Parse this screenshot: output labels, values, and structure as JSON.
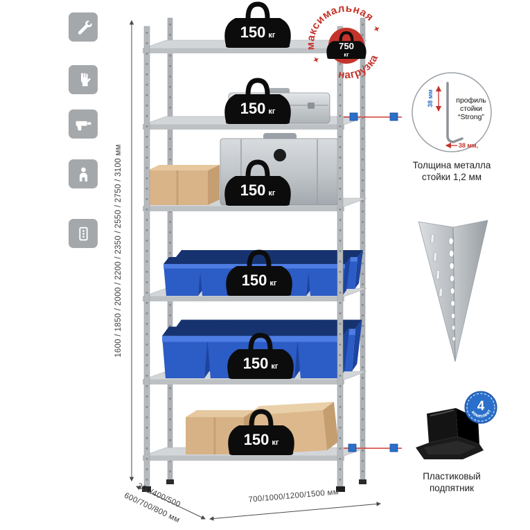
{
  "sidebar": {
    "icons": [
      {
        "name": "wrench-icon"
      },
      {
        "name": "gloves-icon"
      },
      {
        "name": "drill-icon"
      },
      {
        "name": "person-icon"
      },
      {
        "name": "perforated-upright-icon"
      }
    ]
  },
  "dimensions": {
    "height": "1600 / 1850 / 2000 / 2200 / 2350 / 2550 / 2750 / 3100 мм",
    "depth_line1": "300/400/500",
    "depth_line2": "600/700/800 мм",
    "width": "700/1000/1200/1500 мм"
  },
  "shelf_load": {
    "value": "150",
    "unit": "кг"
  },
  "max_load_stamp": {
    "arc_top": "максимальная",
    "arc_bottom": "нагрузка",
    "value": "750",
    "unit": "кг"
  },
  "profile_detail": {
    "label_line1": "профиль",
    "label_line2": "стойки",
    "label_line3": "“Strong”",
    "dim_vertical": "38 мм",
    "dim_horizontal": "38 мм,",
    "caption_line1": "Толщина металла",
    "caption_line2": "стойки 1,2 мм"
  },
  "foot_detail": {
    "badge_value": "4",
    "badge_text": "в комплекте",
    "caption_line1": "Пластиковый",
    "caption_line2": "подпятник"
  },
  "colors": {
    "stamp_red": "#c4342c",
    "accent_blue": "#2a6fc9",
    "bin_blue": "#2c5cc5",
    "icon_gray": "#a5a8ab"
  }
}
